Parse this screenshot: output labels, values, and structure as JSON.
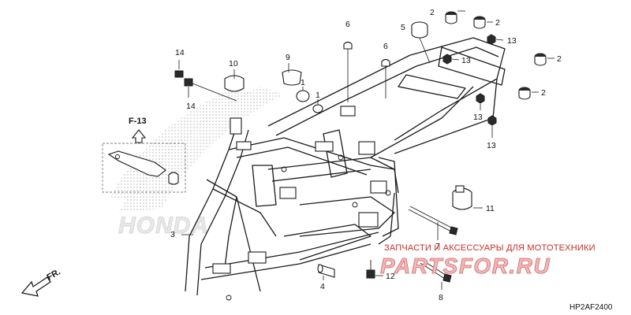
{
  "diagram_code": "HP2AF2400",
  "section_ref": "F-13",
  "direction_label": "FR.",
  "watermark": {
    "tagline": "ЗАПЧАСТИ И АКСЕССУАРЫ ДЛЯ МОТОТЕХНИКИ",
    "brand": "PARTSFOR.RU",
    "background_brand": "HONDA"
  },
  "callouts": {
    "c14a": "14",
    "c14b": "14",
    "c10": "10",
    "c9": "9",
    "c1a": "1",
    "c1b": "1",
    "c6a": "6",
    "c6b": "6",
    "c5": "5",
    "c2a": "2",
    "c2b": "2",
    "c2c": "2",
    "c2d": "2",
    "c13a": "13",
    "c13b": "13",
    "c13c": "13",
    "c13d": "13",
    "c3": "3",
    "c4": "4",
    "c7": "7",
    "c8": "8",
    "c11": "11",
    "c12": "12"
  }
}
